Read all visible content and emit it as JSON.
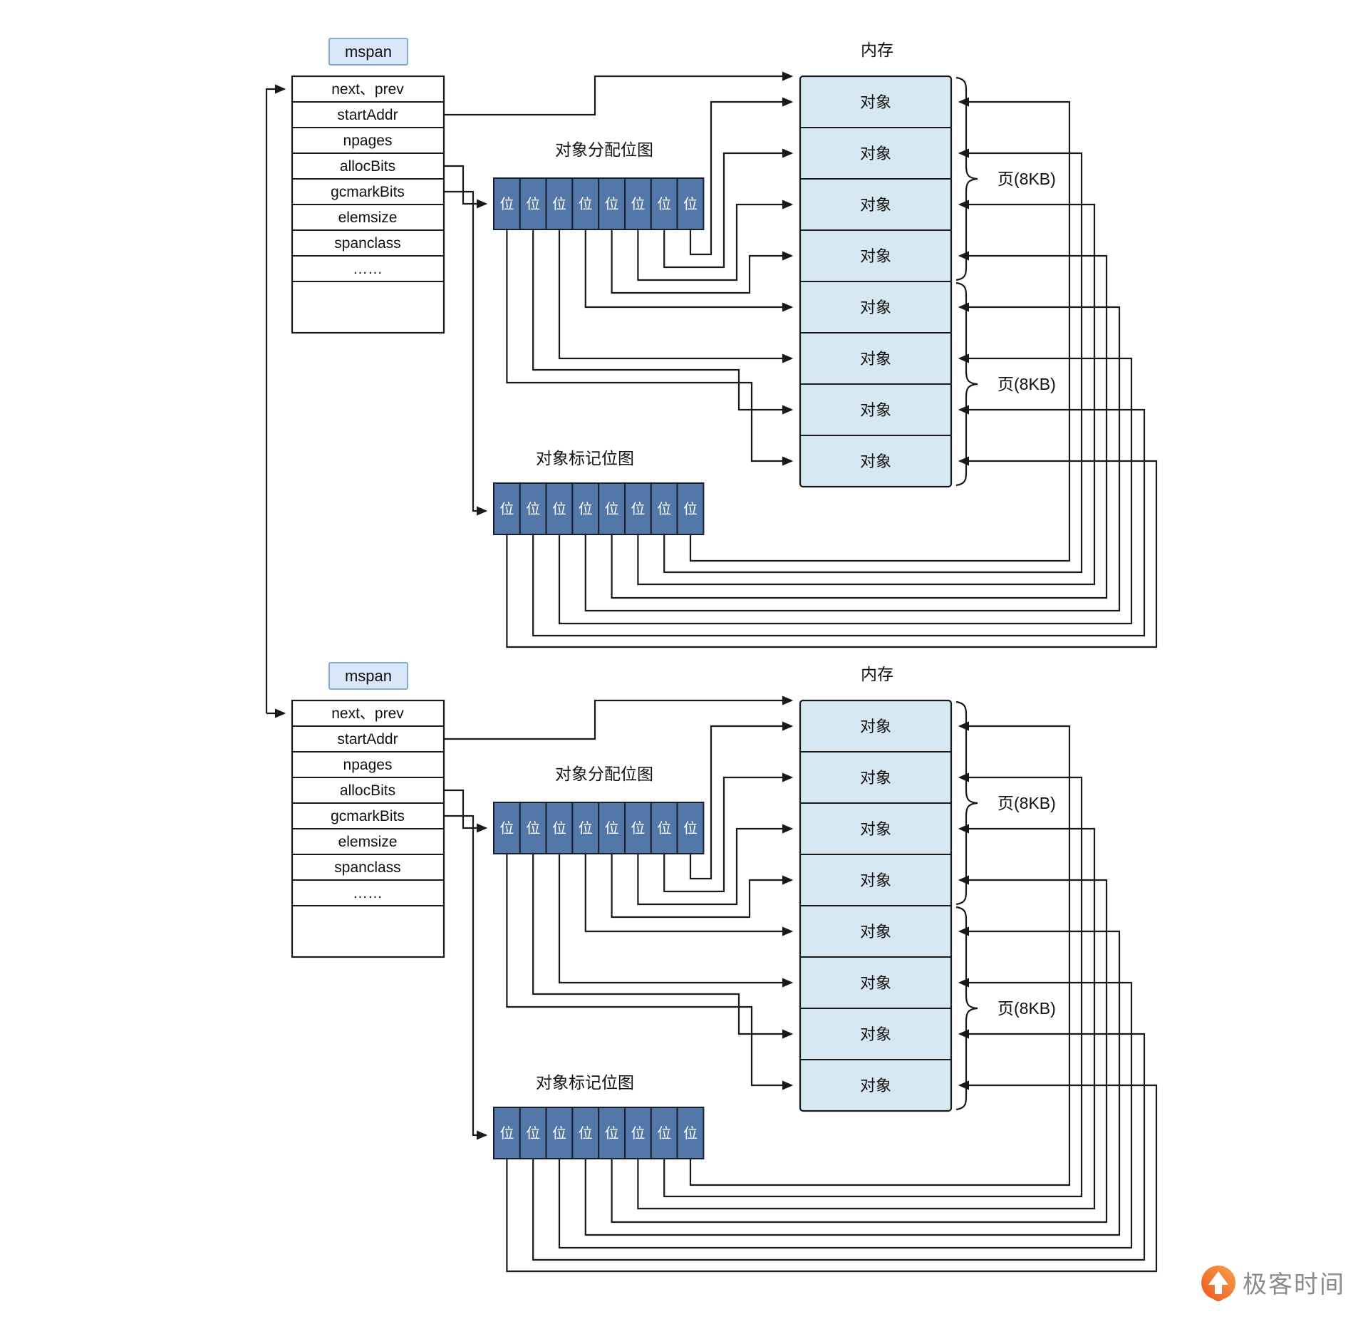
{
  "mspan": {
    "title": "mspan",
    "fields": [
      "next、prev",
      "startAddr",
      "npages",
      "allocBits",
      "gcmarkBits",
      "elemsize",
      "spanclass",
      "……"
    ]
  },
  "labels": {
    "memory": "内存",
    "object": "对象",
    "bit": "位",
    "alloc_bitmap": "对象分配位图",
    "mark_bitmap": "对象标记位图",
    "page": "页(8KB)"
  },
  "structure": {
    "span_count": 2,
    "objects_per_span": 8,
    "bits_per_bitmap": 8,
    "page_labels_per_span": 2
  },
  "logo": {
    "text": "极客时间"
  },
  "colors": {
    "bit_cell": "#5277a8",
    "memory_cell": "#d6e8f1",
    "mspan_box_fill": "#d9e8f8",
    "mspan_box_border": "#84aad0",
    "line": "#1a1a1a",
    "logo_orange": "#ee6a2b",
    "logo_orange_light": "#f7a046",
    "logo_text_color": "#8b8b8b"
  }
}
